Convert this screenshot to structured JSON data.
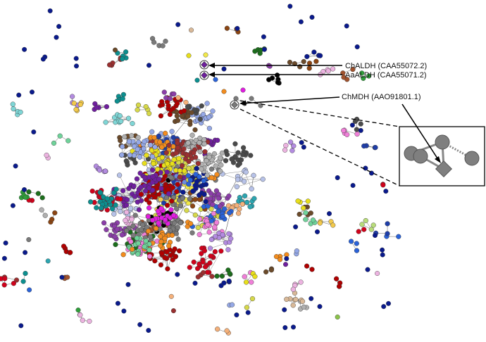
{
  "diagram": {
    "kind": "sequence similarity network",
    "node_colors": [
      "#0a1a8c",
      "#1f3ea8",
      "#2a62d8",
      "#6b8be0",
      "#95a8e6",
      "#b7c2e8",
      "#0d8f8f",
      "#2ca6b1",
      "#35b0b0",
      "#7fd6d6",
      "#6fd39a",
      "#2f9e3a",
      "#1c6e1c",
      "#8bc34a",
      "#b8dc7a",
      "#d6d84a",
      "#e8df1b",
      "#f1e84a",
      "#f2c94c",
      "#f28c1e",
      "#f4b07a",
      "#d9b998",
      "#8b4513",
      "#a0522d",
      "#6b4a2a",
      "#b00000",
      "#d0021b",
      "#9a3030",
      "#e01ee0",
      "#f07fd8",
      "#ecb3e0",
      "#6f1f9e",
      "#8b3ea8",
      "#b38be0",
      "#7a7a7a",
      "#9a9a9a",
      "#b0b0b0",
      "#dadada",
      "#4a4a4a",
      "#000000"
    ],
    "annotations": [
      {
        "label": "ChALDH (CAA55072.2)",
        "node_shape": "diamond"
      },
      {
        "label": "AaALDH (CAA55071.2)",
        "node_shape": "diamond"
      },
      {
        "label": "ChMDH (AAO91801.1)",
        "node_shape": "diamond",
        "zoom_inset": true
      }
    ]
  }
}
